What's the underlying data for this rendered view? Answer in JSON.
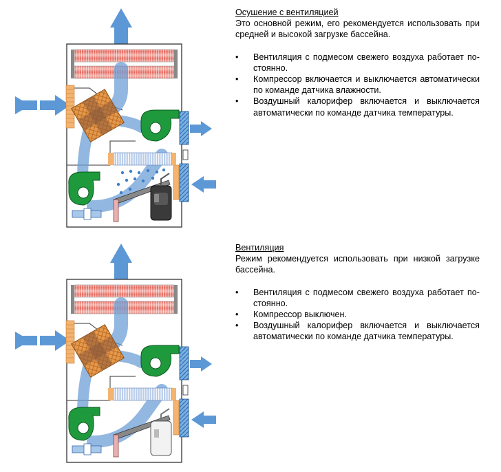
{
  "sections": [
    {
      "heading": "Осушение с вентиляцией",
      "intro": "Это основной режим, его рекомендуется использовать при средней и высокой загрузке бассейна.",
      "bullets": [
        "Вентиляция с подмесом свежего воздуха работает по­стоянно.",
        "Компрессор включается и выключается автоматически по команде датчика влажности.",
        "Воздушный калорифер включается и выключается авто­матически по команде датчика температуры."
      ],
      "compressor_on": true
    },
    {
      "heading": "Вентиляция",
      "intro": "Режим рекомендуется использовать при низкой загрузке бассейна.",
      "bullets": [
        "Вентиляция с подмесом свежего воздуха работает по­стоянно.",
        "Компрессор выключен.",
        "Воздушный калорифер включается и выключается авто­матически по команде датчика температуры."
      ],
      "compressor_on": false
    }
  ],
  "bullet_symbol": "•",
  "colors": {
    "airflow_arrow": "#4f8fd0",
    "fan": "#1e9a3c",
    "heat_exchanger": "#e08a2c",
    "heater_coil": "#e8706a",
    "filter": "#3a7fc8",
    "evaporator": "#8fb0e0"
  }
}
